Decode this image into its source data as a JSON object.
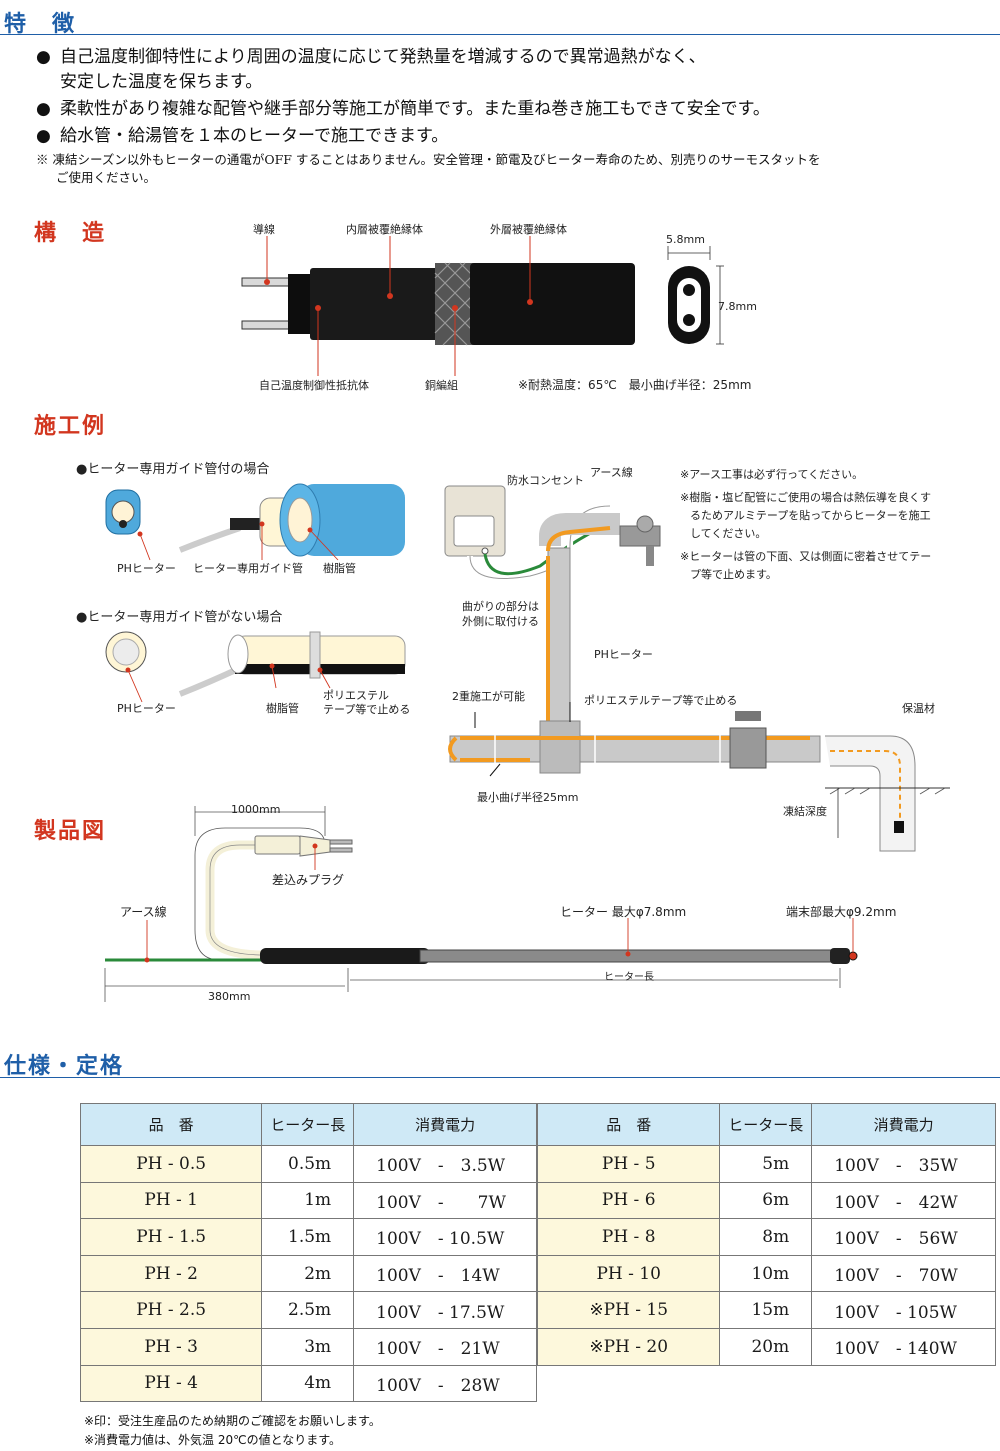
{
  "sections": {
    "features": "特　徴",
    "structure": "構　造",
    "installation": "施工例",
    "product": "製品図",
    "spec": "仕様・定格"
  },
  "features": {
    "bullet": "●",
    "items": [
      "自己温度制御特性により周囲の温度に応じて発熱量を増減するので異常過熱がなく、",
      "安定した温度を保ちます。",
      "柔軟性があり複雑な配管や継手部分等施工が簡単です。また重ね巻き施工もできて安全です。",
      "給水管・給湯管を１本のヒーターで施工できます。"
    ],
    "note_line1": "※ 凍結シーズン以外もヒーターの通電がOFF することはありません。安全管理・節電及びヒーター寿命のため、別売りのサーモスタットを",
    "note_line2": "ご使用ください。"
  },
  "structure": {
    "conductor": "導線",
    "inner_insulation": "内層被覆絶縁体",
    "outer_insulation": "外層被覆絶縁体",
    "self_regulating": "自己温度制御性抵抗体",
    "braid": "銅編組",
    "spec_note": "※耐熱温度：65℃　最小曲げ半径：25mm",
    "width": "5.8mm",
    "height": "7.8mm"
  },
  "install": {
    "case1_title": "●ヒーター専用ガイド管付の場合",
    "case1_ph": "PHヒーター",
    "case1_guide": "ヒーター専用ガイド管",
    "case1_resin": "樹脂管",
    "case2_title": "●ヒーター専用ガイド管がない場合",
    "case2_ph": "PHヒーター",
    "case2_resin": "樹脂管",
    "case2_tape1": "ポリエステル",
    "case2_tape2": "テープ等で止める",
    "outlet": "防水コンセント",
    "earth": "アース線",
    "bend1": "曲がりの部分は",
    "bend2": "外側に取付ける",
    "ph_heater": "PHヒーター",
    "double": "2重施工が可能",
    "tape": "ポリエステルテープ等で止める",
    "min_bend": "最小曲げ半径25mm",
    "insulation": "保温材",
    "freeze_depth": "凍結深度",
    "notes": [
      "※アース工事は必ず行ってください。",
      "※樹脂・塩ビ配管にご使用の場合は熱伝導を良くす",
      "るためアルミテープを貼ってからヒーターを施工",
      "してください。",
      "※ヒーターは管の下面、又は側面に密着させてテー",
      "プ等で止めます。"
    ]
  },
  "product": {
    "len_1000": "1000mm",
    "plug": "差込みプラグ",
    "earth": "アース線",
    "heater_max": "ヒーター 最大φ7.8mm",
    "end_max": "端末部最大φ9.2mm",
    "heater_length": "ヒーター長",
    "len_380": "380mm"
  },
  "spec": {
    "headers": [
      "品　番",
      "ヒーター長",
      "消費電力"
    ],
    "left": [
      {
        "code": "PH - 0.5",
        "len": "0.5m",
        "pow": "100V　-　3.5W"
      },
      {
        "code": "PH - 1",
        "len": "1m",
        "pow": "100V　-　　7W"
      },
      {
        "code": "PH - 1.5",
        "len": "1.5m",
        "pow": "100V　- 10.5W"
      },
      {
        "code": "PH - 2",
        "len": "2m",
        "pow": "100V　-　14W"
      },
      {
        "code": "PH - 2.5",
        "len": "2.5m",
        "pow": "100V　- 17.5W"
      },
      {
        "code": "PH - 3",
        "len": "3m",
        "pow": "100V　-　21W"
      },
      {
        "code": "PH - 4",
        "len": "4m",
        "pow": "100V　-　28W"
      }
    ],
    "right": [
      {
        "code": "PH - 5",
        "len": "5m",
        "pow": "100V　-　35W"
      },
      {
        "code": "PH - 6",
        "len": "6m",
        "pow": "100V　-　42W"
      },
      {
        "code": "PH - 8",
        "len": "8m",
        "pow": "100V　-　56W"
      },
      {
        "code": "PH - 10",
        "len": "10m",
        "pow": "100V　-　70W"
      },
      {
        "code": "※PH - 15",
        "len": "15m",
        "pow": "100V　- 105W"
      },
      {
        "code": "※PH - 20",
        "len": "20m",
        "pow": "100V　- 140W"
      }
    ],
    "footnote1": "※印：受注生産品のため納期のご確認をお願いします。",
    "footnote2": "※消費電力値は、外気温 20℃の値となります。"
  }
}
